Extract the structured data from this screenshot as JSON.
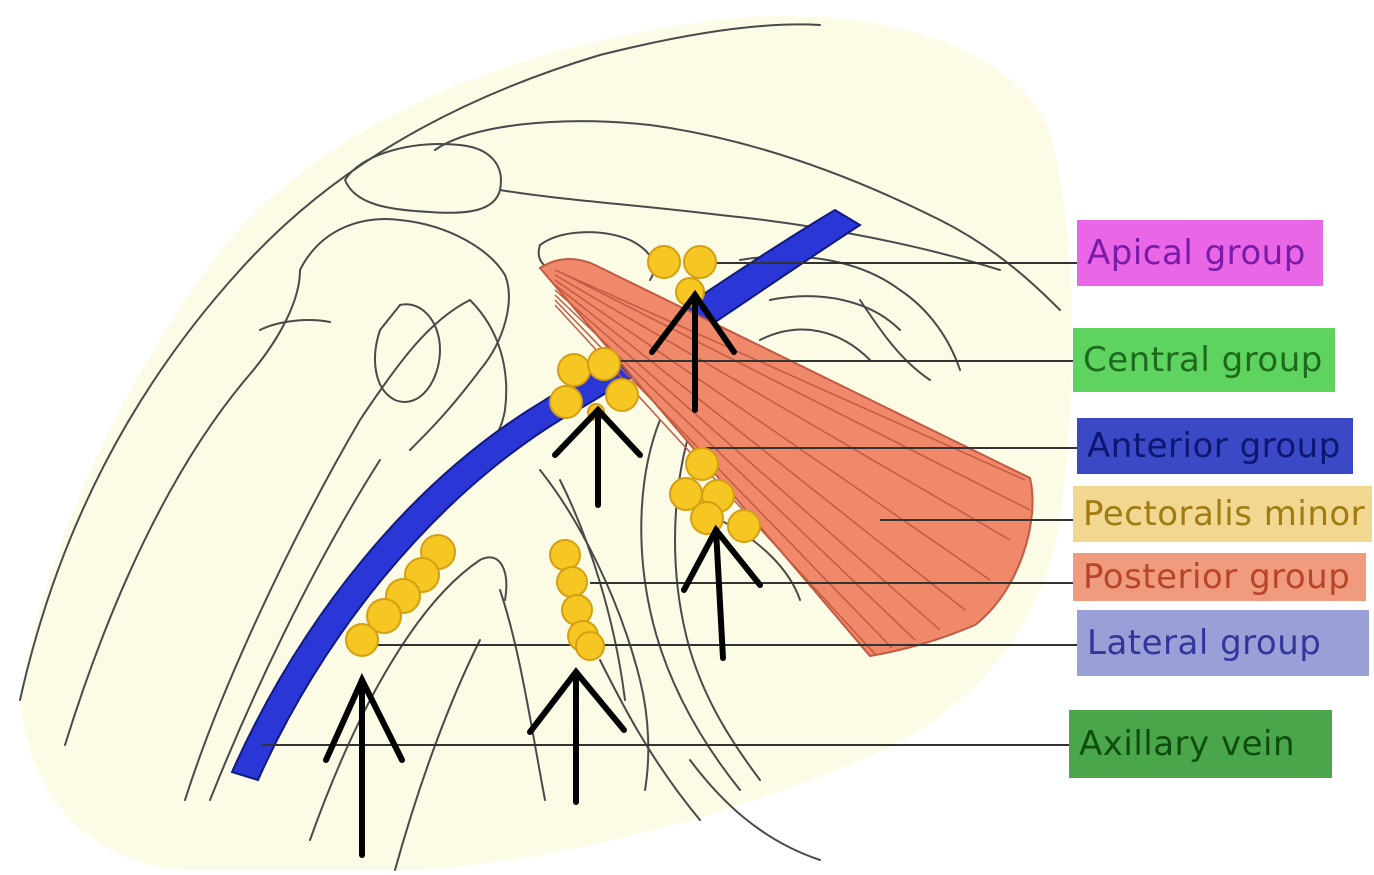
{
  "diagram": {
    "colors": {
      "background_region": "#fbfbe6",
      "outline": "#4a4a4a",
      "vein": "#2a37d6",
      "muscle": "#f0896a",
      "muscle_lines": "#c25a44",
      "node": "#f6c623",
      "node_edge": "#d49f10",
      "arrow": "#000000",
      "leader": "#333333"
    },
    "labels": [
      {
        "id": "apical",
        "text": "Apical group",
        "bg": "#e966e6",
        "fg": "#7a1aa8"
      },
      {
        "id": "central",
        "text": "Central group",
        "bg": "#5fd35f",
        "fg": "#1d6a1d"
      },
      {
        "id": "anterior",
        "text": "Anterior group",
        "bg": "#3c49c6",
        "fg": "#0d1670"
      },
      {
        "id": "pectoral",
        "text": "Pectoralis minor",
        "bg": "#f2d791",
        "fg": "#a07b12"
      },
      {
        "id": "posterior",
        "text": "Posterior group",
        "bg": "#f09a7e",
        "fg": "#b8452a"
      },
      {
        "id": "lateral",
        "text": "Lateral group",
        "bg": "#9a9fd8",
        "fg": "#30369a"
      },
      {
        "id": "axvein",
        "text": "Axillary vein",
        "bg": "#4aa64a",
        "fg": "#0f4d0f"
      }
    ]
  }
}
